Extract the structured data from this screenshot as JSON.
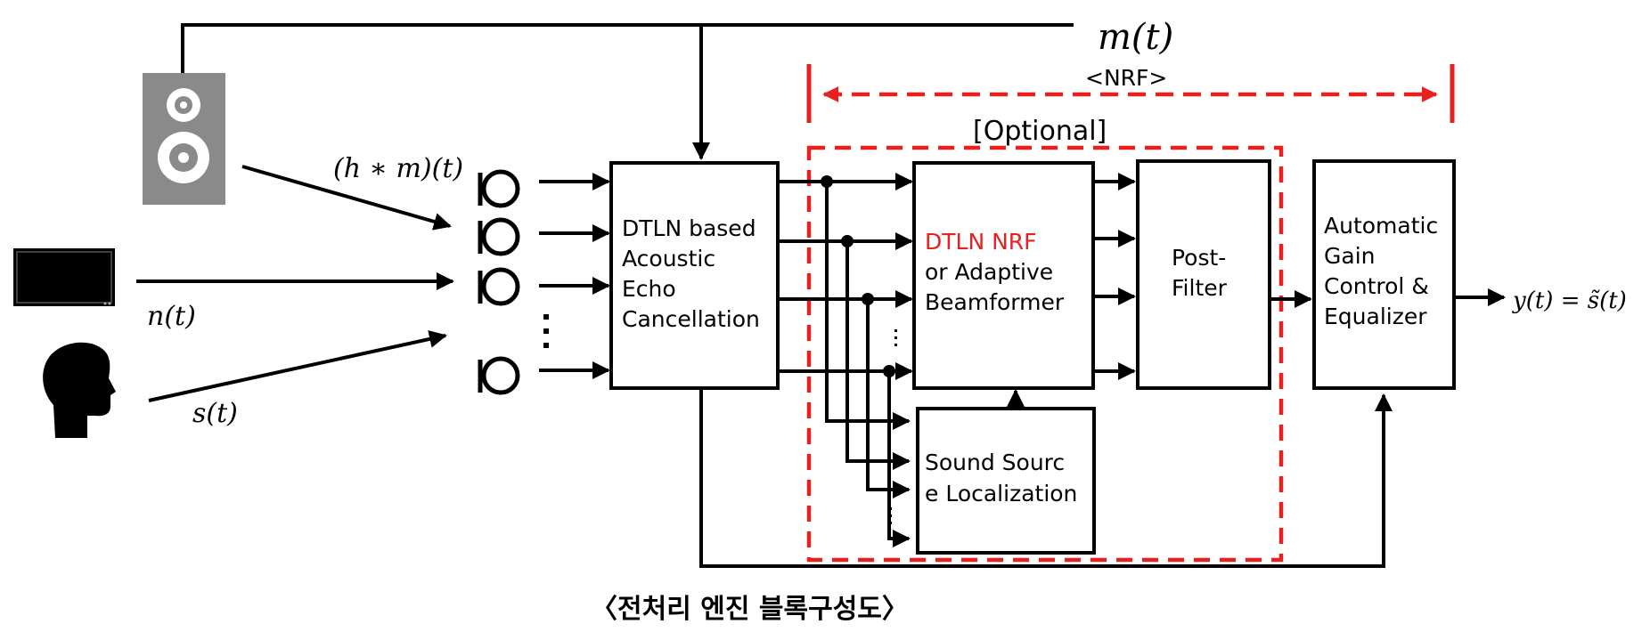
{
  "signals": {
    "m_t": "m(t)",
    "hm_t": "(h ∗ m)(t)",
    "n_t": "n(t)",
    "s_t": "s(t)",
    "output": "y(t) = s̃(t)"
  },
  "nrf_label": "<NRF>",
  "optional_label": "[Optional]",
  "blocks": {
    "aec": [
      "DTLN based",
      "Acoustic",
      "Echo",
      "Cancellation"
    ],
    "nrf": {
      "red_line": "DTLN NRF",
      "lines": [
        "or Adaptive",
        "Beamformer"
      ]
    },
    "postfilter": [
      "Post-",
      "Filter"
    ],
    "ssl": [
      "Sound Sourc",
      "e Localization"
    ],
    "agc": [
      "Automatic",
      "Gain",
      "Control &",
      "Equalizer"
    ]
  },
  "caption": "〈전처리 엔진 블록구성도〉",
  "colors": {
    "accent_red": "#e8201f",
    "speaker_gray": "#8a8a8a",
    "line": "#000000"
  },
  "icons": [
    "speaker-icon",
    "tv-icon",
    "head-icon",
    "microphone-icon"
  ]
}
